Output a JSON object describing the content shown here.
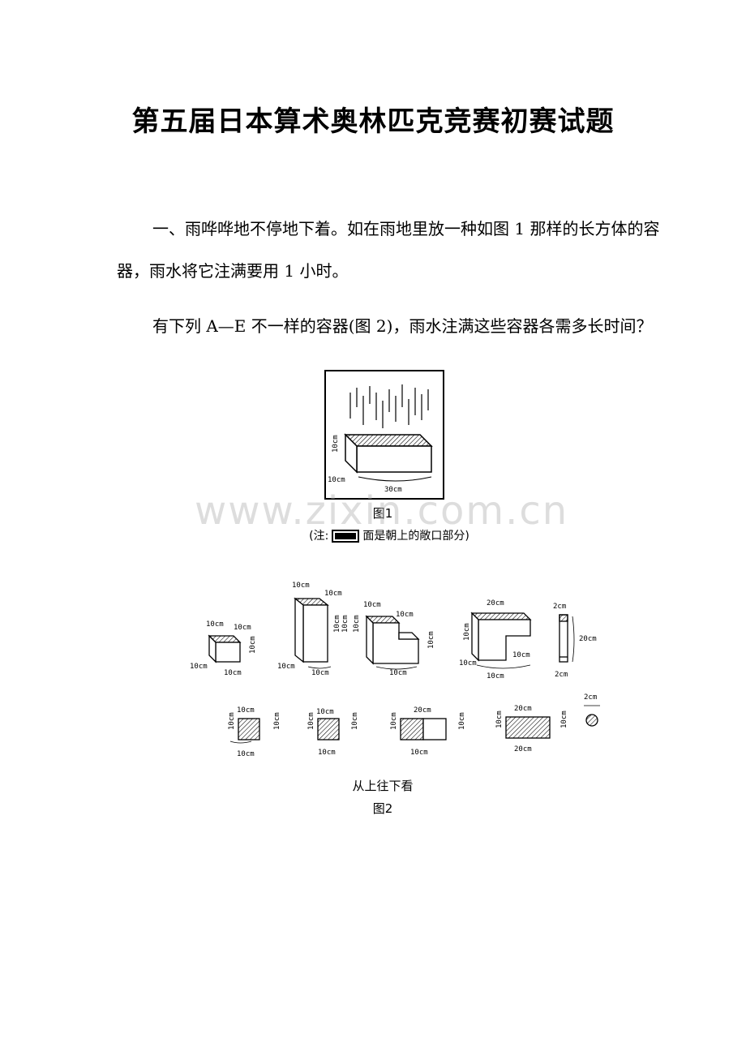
{
  "document": {
    "title": "第五届日本算术奥林匹克竞赛初赛试题",
    "paragraph1": "一、雨哗哗地不停地下着。如在雨地里放一种如图 1 那样的长方体的容器，雨水将它注满要用 1 小时。",
    "paragraph2": "有下列 A—E 不一样的容器(图 2)，雨水注满这些容器各需多长时间？"
  },
  "figure1": {
    "caption": "图1",
    "labels": {
      "height": "10cm",
      "depth": "10cm",
      "length": "30cm"
    }
  },
  "note": {
    "prefix": "(注:",
    "suffix": "面是朝上的敞口部分)"
  },
  "figure2": {
    "caption_view": "从上往下看",
    "caption": "图2",
    "labels": {
      "a_top": "10cm",
      "a_side": "10cm",
      "a_h": "10cm",
      "a_w": "10cm",
      "a_d": "10cm",
      "b_top": "10cm",
      "b_top2": "10cm",
      "b_h": "10cm",
      "b_d": "10cm",
      "b_w": "10cm",
      "c_top": "10cm",
      "c_top2": "10cm",
      "c_h": "10cm",
      "c_h2": "10cm",
      "c_d": "10cm",
      "c_w": "10cm",
      "d_top": "20cm",
      "d_h": "10cm",
      "d_d": "10cm",
      "d_w": "10cm",
      "d_step": "10cm",
      "e_top": "2cm",
      "e_h": "20cm",
      "e_bot": "2cm",
      "va_top": "10cm",
      "va_l": "10cm",
      "va_r": "10cm",
      "va_b": "10cm",
      "vb_top": "10cm",
      "vb_l": "10cm",
      "vb_r": "10cm",
      "vb_b": "10cm",
      "vc_top": "20cm",
      "vc_l": "10cm",
      "vc_r": "10cm",
      "vc_b": "10cm",
      "vd_top": "20cm",
      "vd_l": "10cm",
      "vd_r": "10cm",
      "vd_b": "20cm",
      "ve_top": "2cm"
    }
  },
  "watermark": "www.zixin.com.cn"
}
